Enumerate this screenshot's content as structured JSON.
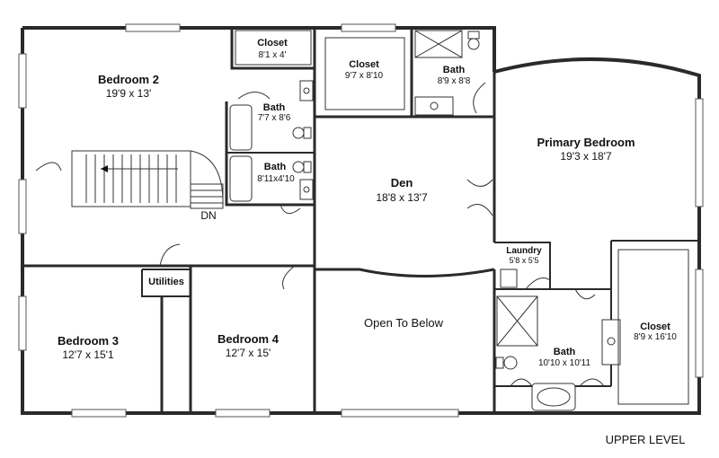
{
  "plan_label": "UPPER LEVEL",
  "stair_label": "DN",
  "rooms": [
    {
      "id": "bedroom2",
      "name": "Bedroom 2",
      "dims": "19'9 x 13'"
    },
    {
      "id": "closet-bed2",
      "name": "Closet",
      "dims": "8'1 x 4'"
    },
    {
      "id": "bath-bed2",
      "name": "Bath",
      "dims": "7'7 x 8'6"
    },
    {
      "id": "bath-hall",
      "name": "Bath",
      "dims": "8'11x4'10"
    },
    {
      "id": "closet-den",
      "name": "Closet",
      "dims": "9'7 x 8'10"
    },
    {
      "id": "bath-top",
      "name": "Bath",
      "dims": "8'9 x 8'8"
    },
    {
      "id": "den",
      "name": "Den",
      "dims": "18'8 x 13'7"
    },
    {
      "id": "primary",
      "name": "Primary Bedroom",
      "dims": "19'3 x 18'7"
    },
    {
      "id": "laundry",
      "name": "Laundry",
      "dims": "5'8 x 5'5"
    },
    {
      "id": "closet-primary",
      "name": "Closet",
      "dims": "8'9 x 16'10"
    },
    {
      "id": "bath-primary",
      "name": "Bath",
      "dims": "10'10 x 10'11"
    },
    {
      "id": "utilities",
      "name": "Utilities",
      "dims": ""
    },
    {
      "id": "bedroom3",
      "name": "Bedroom 3",
      "dims": "12'7 x 15'1"
    },
    {
      "id": "bedroom4",
      "name": "Bedroom 4",
      "dims": "12'7 x 15'"
    },
    {
      "id": "open",
      "name": "Open To Below",
      "dims": ""
    }
  ]
}
